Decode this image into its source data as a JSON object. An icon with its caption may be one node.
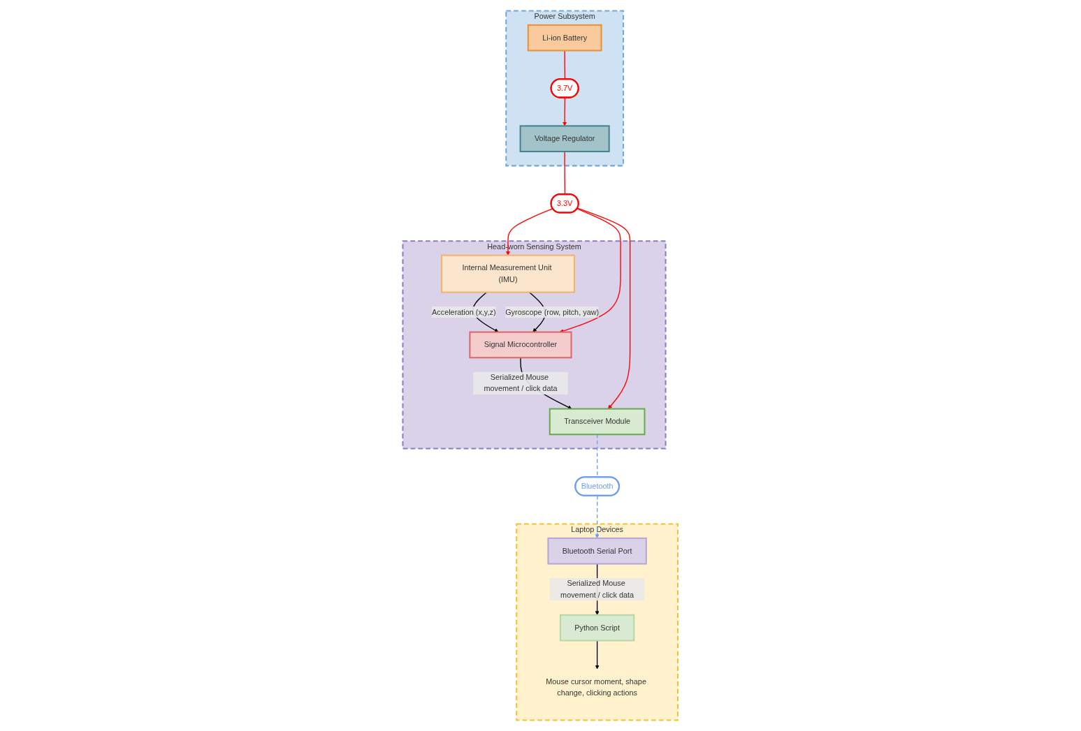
{
  "diagram": {
    "nodes": [
      {
        "text": [
          "Head-worn Sensing System"
        ]
      },
      {
        "text": [
          "Internal Measurement Unit (IMU)"
        ],
        "in": 0
      },
      {
        "text": [
          "Signal Microcontroller"
        ],
        "in": 0
      },
      {
        "text": [
          "Transceiver Module"
        ],
        "in": 0
      },
      {
        "text": [
          "3.3V"
        ]
      },
      {
        "text": [
          "Power Subsystem"
        ]
      },
      {
        "text": [
          "Li-ion Battery"
        ],
        "in": 5
      },
      {
        "text": [
          "3.7V"
        ],
        "in": 5
      },
      {
        "text": [
          "Voltage Regulator"
        ],
        "in": 5
      },
      {
        "text": [
          "Bluetooth"
        ]
      },
      {
        "text": [
          "Laptop Devices"
        ]
      },
      {
        "text": [
          "Mouse cursor moment, shape change, clicking actions"
        ],
        "in": 10
      },
      {
        "text": [
          "Python Script"
        ],
        "in": 10
      },
      {
        "text": [
          "Bluetooth Serial Port"
        ],
        "in": 10
      }
    ],
    "edges": [
      {
        "from": 1,
        "to": 2,
        "arrow": "to",
        "label": "Acceleration (x,y,z)",
        "color": "#000000"
      },
      {
        "from": 1,
        "to": 2,
        "arrow": "to",
        "label": "Gyroscope (row, pitch, yaw)",
        "color": "#000000"
      },
      {
        "from": 2,
        "to": 3,
        "arrow": "to",
        "label": "Serialized Mouse movement / click data",
        "color": "#000000"
      },
      {
        "from": 4,
        "to": 1,
        "arrow": "to",
        "color": "#ff0000"
      },
      {
        "from": 4,
        "to": 2,
        "arrow": "to",
        "color": "#ff0000"
      },
      {
        "from": 4,
        "to": 3,
        "arrow": "to",
        "color": "#ff0000"
      },
      {
        "from": 8,
        "to": 4,
        "arrow": "none",
        "color": "#ff0000"
      },
      {
        "from": 6,
        "to": 7,
        "arrow": "none",
        "color": "#ff0000"
      },
      {
        "from": 7,
        "to": 8,
        "arrow": "to",
        "color": "#ff0000"
      },
      {
        "from": 3,
        "to": 9,
        "arrow": "none",
        "style": "dashed",
        "color": "#6d9eeb"
      },
      {
        "from": 9,
        "to": 13,
        "arrow": "to",
        "style": "dashed",
        "color": "#6d9eeb"
      },
      {
        "from": 13,
        "to": 12,
        "arrow": "to",
        "label": "Serialized Mouse movement / click data",
        "color": "#000000"
      },
      {
        "from": 12,
        "to": 11,
        "arrow": "to",
        "color": "#000000"
      }
    ]
  }
}
